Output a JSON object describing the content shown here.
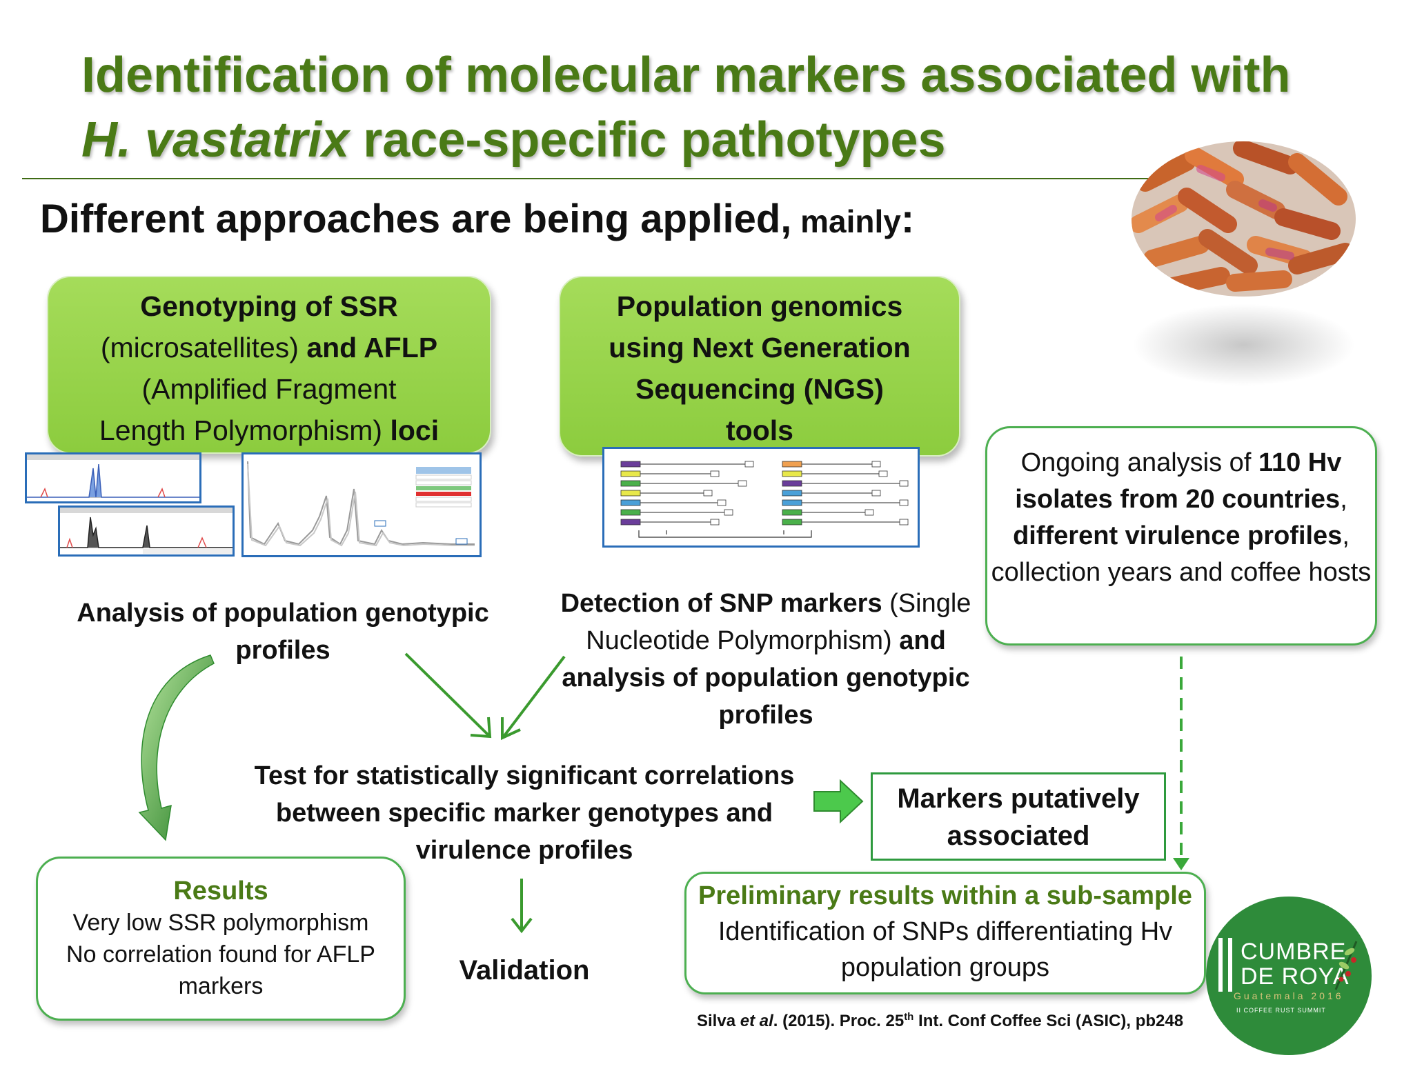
{
  "title": {
    "part1": "Identification of molecular markers associated with ",
    "italic1": "H. vastatrix",
    "part2": " race-specific pathotypes"
  },
  "subtitle": {
    "main": "Different approaches are being applied,",
    "small": " mainly",
    "colon": ":"
  },
  "box_ssr": {
    "line1": "Genotyping of SSR",
    "line2a": "(microsatellites)",
    "line2b": " and AFLP",
    "line3": "(Amplified Fragment",
    "line4a": "Length Polymorphism)",
    "line4b": " loci"
  },
  "box_ngs": {
    "line1": "Population genomics",
    "line2": "using Next Generation",
    "line3": "Sequencing (NGS)",
    "line4": "tools"
  },
  "box_ongoing": {
    "t1": "Ongoing analysis of ",
    "b1": "110 Hv isolates from 20 countries",
    "t2": ", ",
    "b2": "different virulence profiles",
    "t3": ", collection years and coffee hosts"
  },
  "analysis_text": "Analysis of population genotypic profiles",
  "snp_text": {
    "b1": "Detection of SNP markers",
    "t1": " (Single Nucleotide Polymorphism) ",
    "b2": "and analysis of population genotypic profiles"
  },
  "test_text": "Test for statistically significant correlations between specific marker genotypes and virulence profiles",
  "markers_box": "Markers putatively associated",
  "validation": "Validation",
  "results_box": {
    "heading": "Results",
    "line1": "Very low SSR polymorphism",
    "line2": "No correlation found for AFLP markers"
  },
  "prelim_box": {
    "heading": "Preliminary results within a sub-sample",
    "body": "Identification of SNPs differentiating Hv population groups"
  },
  "citation": {
    "pre": "Silva ",
    "italic": "et al",
    "mid": ". (2015). Proc. 25",
    "sup": "th",
    "post": " Int. Conf Coffee Sci (ASIC), pb248"
  },
  "logo": {
    "main_line1": "CUMBRE",
    "main_line2": "DE ROYA",
    "year": "Guatemala 2016",
    "sub": "II COFFEE RUST SUMMIT"
  },
  "colors": {
    "title_green": "#4a7a16",
    "box_green": "#8ccc3e",
    "border_green": "#4caf50",
    "arrow_green": "#3a9a2e"
  }
}
